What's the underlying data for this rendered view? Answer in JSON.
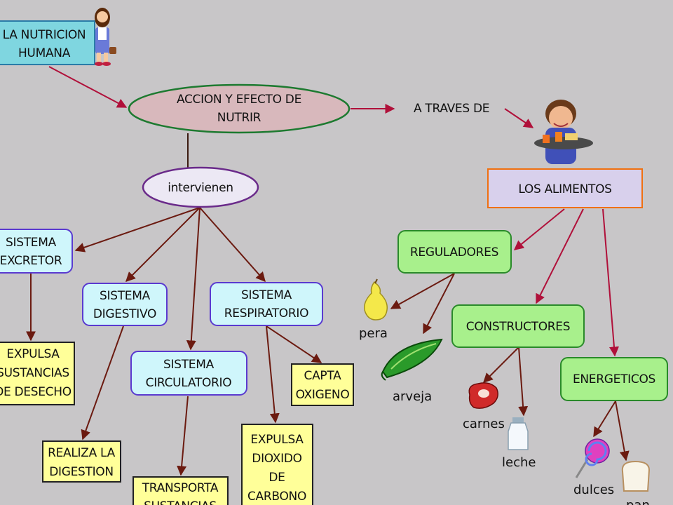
{
  "title": {
    "line1": "LA NUTRICION",
    "line2": "HUMANA"
  },
  "definition": {
    "line1": "ACCION Y EFECTO DE",
    "line2": "NUTRIR"
  },
  "intervienen": "intervienen",
  "a_traves_de": "A TRAVES DE",
  "alimentos": "LOS ALIMENTOS",
  "systems": {
    "excretor": {
      "line1": "SISTEMA",
      "line2": "EXCRETOR"
    },
    "digestivo": {
      "line1": "SISTEMA",
      "line2": "DIGESTIVO"
    },
    "circulatorio": {
      "line1": "SISTEMA",
      "line2": "CIRCULATORIO"
    },
    "respiratorio": {
      "line1": "SISTEMA",
      "line2": "RESPIRATORIO"
    }
  },
  "functions": {
    "excretor": {
      "line1": "EXPULSA",
      "line2": "SUSTANCIAS",
      "line3": "DE DESECHO"
    },
    "digestivo": {
      "line1": "REALIZA LA",
      "line2": "DIGESTION"
    },
    "circulatorio": {
      "line1": "TRANSPORTA",
      "line2": "SUSTANCIAS"
    },
    "respiratorio_co2": {
      "line1": "EXPULSA",
      "line2": "DIOXIDO",
      "line3": "DE",
      "line4": "CARBONO"
    },
    "respiratorio_o2": {
      "line1": "CAPTA",
      "line2": "OXIGENO"
    }
  },
  "food_groups": {
    "reguladores": "REGULADORES",
    "constructores": "CONSTRUCTORES",
    "energeticos": "ENERGETICOS"
  },
  "foods": {
    "pera": "pera",
    "arveja": "arveja",
    "carnes": "carnes",
    "leche": "leche",
    "dulces": "dulces",
    "pan": "pan"
  },
  "colors": {
    "background": "#c8c6c8",
    "link_red": "#b0103a",
    "link_brown": "#6b1a10",
    "title_box": "#7fd6e0",
    "system_box": "#cff6fb",
    "function_box": "#ffff99",
    "food_group_box": "#a8f08c",
    "alimentos_box": "#d8d0ec",
    "definition_ellipse": "#d8b8bc",
    "intervienen_ellipse": "#ece8f4"
  },
  "icons": [
    "girl-icon",
    "waiter-icon",
    "pear-icon",
    "peapod-icon",
    "steak-icon",
    "milk-bottle-icon",
    "lollipop-icon",
    "bread-icon"
  ]
}
